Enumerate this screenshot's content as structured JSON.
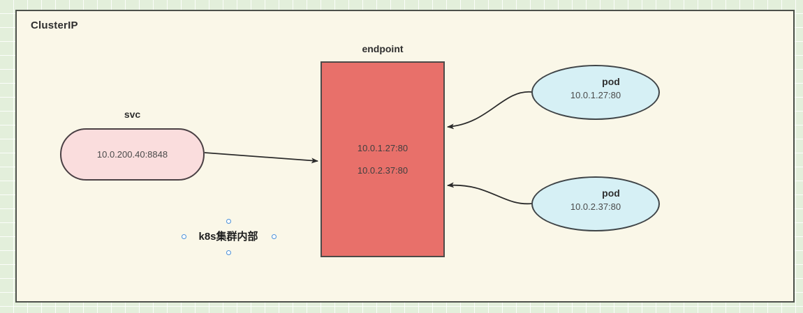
{
  "diagram": {
    "container": {
      "title": "ClusterIP",
      "fill": "#faf7e8",
      "stroke": "#4d514b"
    },
    "background": {
      "fill": "#e3efdb",
      "grid_line": "#ffffff"
    },
    "nodes": {
      "svc": {
        "label": "svc",
        "value": "10.0.200.40:8848",
        "shape": "rounded-rectangle",
        "fill": "#fadddd",
        "stroke": "#4a4044"
      },
      "endpoint": {
        "label": "endpoint",
        "values": [
          "10.0.1.27:80",
          "10.0.2.37:80"
        ],
        "shape": "rectangle",
        "fill": "#e8706a",
        "stroke": "#4d4a48"
      },
      "pod1": {
        "label": "pod",
        "value": "10.0.1.27:80",
        "shape": "ellipse",
        "fill": "#d6f0f5",
        "stroke": "#3f4447"
      },
      "pod2": {
        "label": "pod",
        "value": "10.0.2.37:80",
        "shape": "ellipse",
        "fill": "#d6f0f5",
        "stroke": "#3f4447"
      }
    },
    "annotation": {
      "text": "k8s集群内部",
      "selected": true,
      "handle_color": "#4a90d9"
    },
    "edges": [
      {
        "from": "svc",
        "to": "endpoint",
        "style": "straight",
        "arrow": "end"
      },
      {
        "from": "pod1",
        "to": "endpoint",
        "style": "curved",
        "arrow": "end"
      },
      {
        "from": "pod2",
        "to": "endpoint",
        "style": "curved",
        "arrow": "end"
      }
    ]
  }
}
